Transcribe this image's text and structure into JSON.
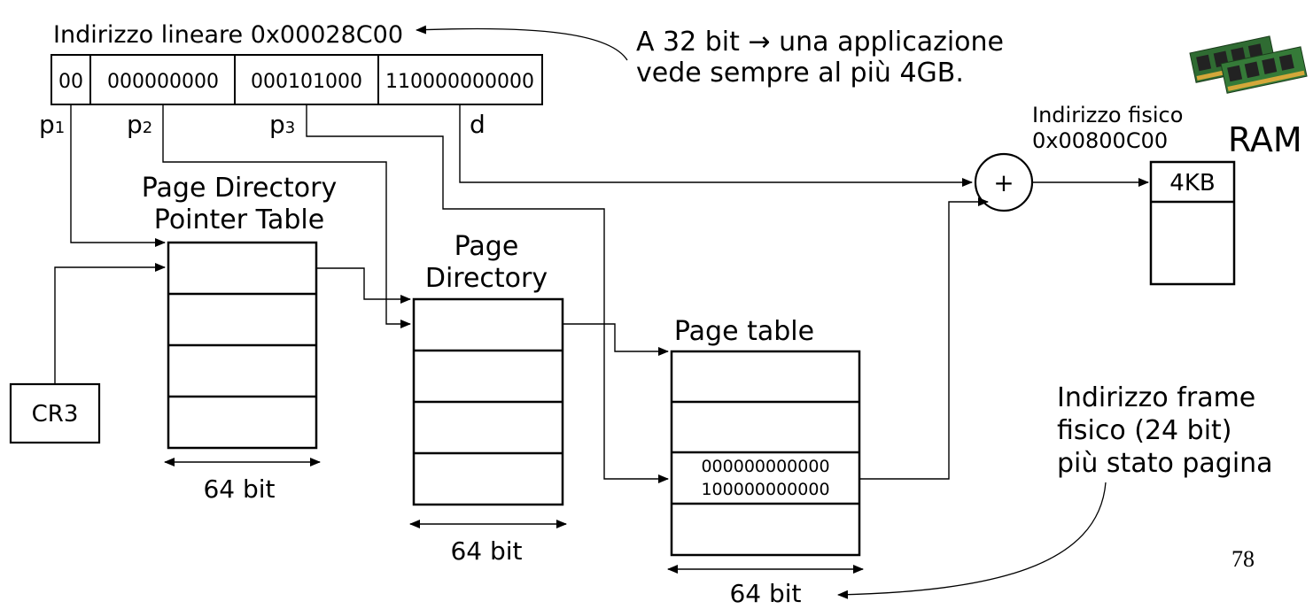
{
  "linear_address": {
    "label": "Indirizzo lineare 0x00028C00",
    "fields": [
      "00",
      "000000000",
      "000101000",
      "110000000000"
    ],
    "field_labels": [
      "p",
      "p",
      "p",
      "d"
    ],
    "field_subscripts": [
      "1",
      "2",
      "3",
      ""
    ]
  },
  "note_32bit": {
    "line1": "A 32 bit → una applicazione",
    "line2": "vede sempre al più 4GB."
  },
  "physical_address": {
    "label": "Indirizzo fisico",
    "value": "0x00800C00"
  },
  "ram": {
    "label": "RAM",
    "cell_label": "4KB"
  },
  "adder_symbol": "+",
  "cr3_label": "CR3",
  "pdpt": {
    "title_line1": "Page Directory",
    "title_line2": "Pointer Table",
    "width_label": "64 bit"
  },
  "page_directory": {
    "title_line1": "Page",
    "title_line2": "Directory",
    "width_label": "64 bit"
  },
  "page_table": {
    "title": "Page table",
    "entry_line1": "000000000000",
    "entry_line2": "100000000000",
    "width_label": "64 bit"
  },
  "frame_note": {
    "line1": "Indirizzo frame",
    "line2": "fisico (24 bit)",
    "line3": "più stato pagina"
  },
  "page_number": "78"
}
